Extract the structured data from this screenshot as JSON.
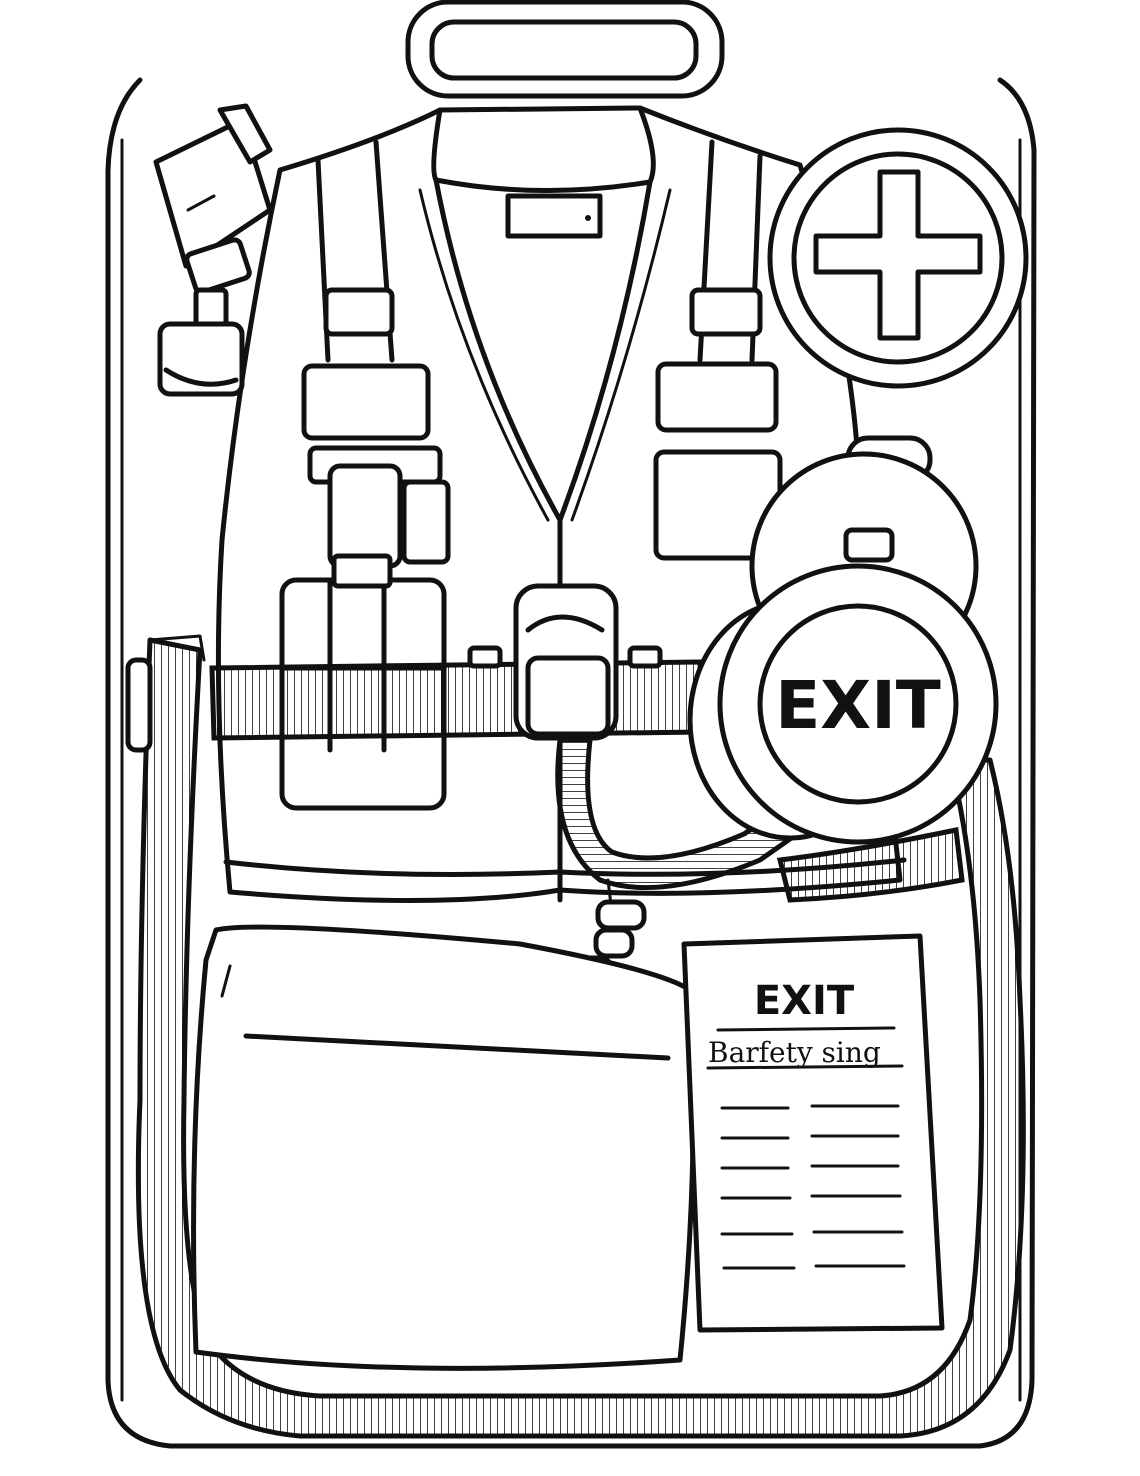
{
  "medallion": {
    "label": "EXIT"
  },
  "sign_card": {
    "heading": "EXIT",
    "caption": "Barfety  sing"
  },
  "icons": {
    "first_aid": "first-aid-cross-icon",
    "radio": "radio-icon",
    "whistle": "whistle-icon"
  },
  "colors": {
    "ink": "#111111",
    "paper": "#ffffff"
  }
}
